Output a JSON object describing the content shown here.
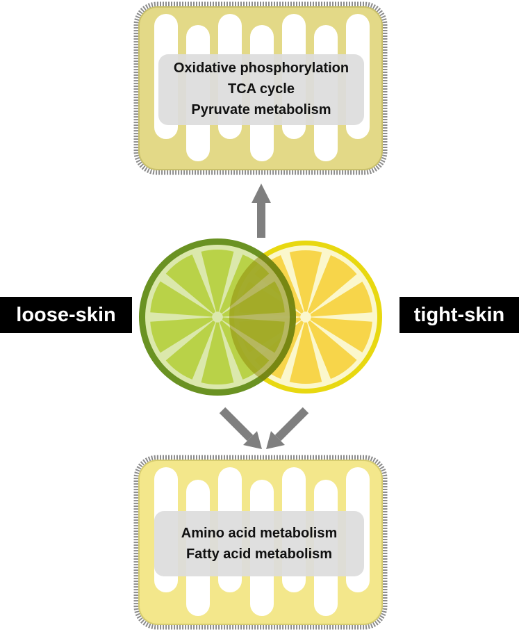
{
  "top_mitochondrion": {
    "lines": [
      "Oxidative phosphorylation",
      "TCA cycle",
      "Pyruvate metabolism"
    ]
  },
  "bottom_mitochondrion": {
    "lines": [
      "Amino acid metabolism",
      "Fatty acid metabolism"
    ]
  },
  "labels": {
    "left": "loose-skin",
    "right": "tight-skin"
  },
  "colors": {
    "lime_rind": "#5f8a12",
    "lime_flesh": "#b4cf3b",
    "lemon_rind": "#e8d810",
    "lemon_flesh": "#f7d54a",
    "overlap": "#a9a223",
    "arrow": "#7f7f7f",
    "membrane": "#9a9a9a",
    "top_matrix": "#e6dc8c",
    "bottom_matrix": "#f4e98a",
    "text_box": "#dedede",
    "label_bg": "#000000",
    "label_text": "#ffffff"
  }
}
